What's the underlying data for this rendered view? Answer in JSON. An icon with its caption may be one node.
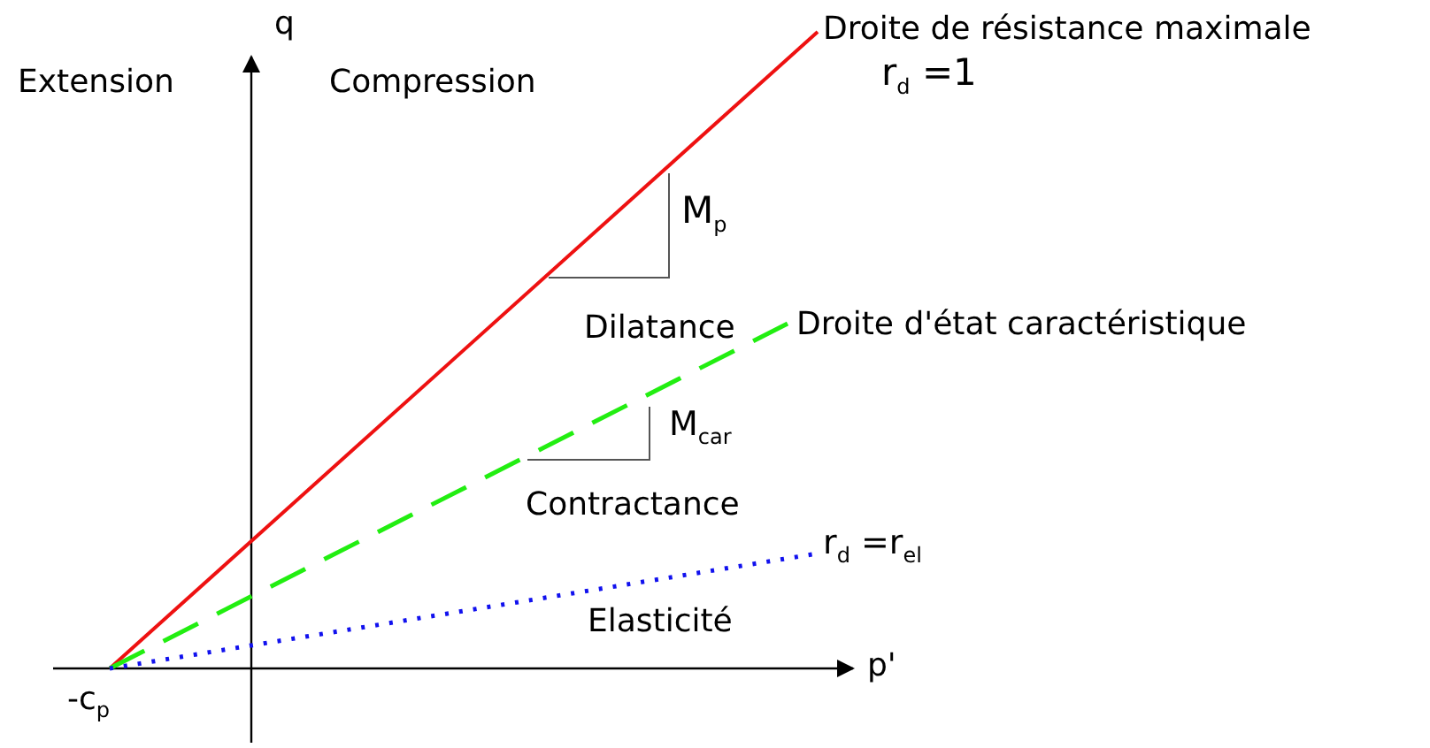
{
  "diagram": {
    "labels": [
      "q",
      "Extension",
      "Compression",
      "Droite de résistance maximale",
      "r$_{d}$ =1",
      "M$_{p}$",
      "Dilatance",
      "Droite d'état caractéristique",
      "M$_{car}$",
      "Contractance",
      "r$_{d}$ =r$_{el}$",
      "Elasticité",
      "p'",
      "-c$_{p}$"
    ]
  }
}
